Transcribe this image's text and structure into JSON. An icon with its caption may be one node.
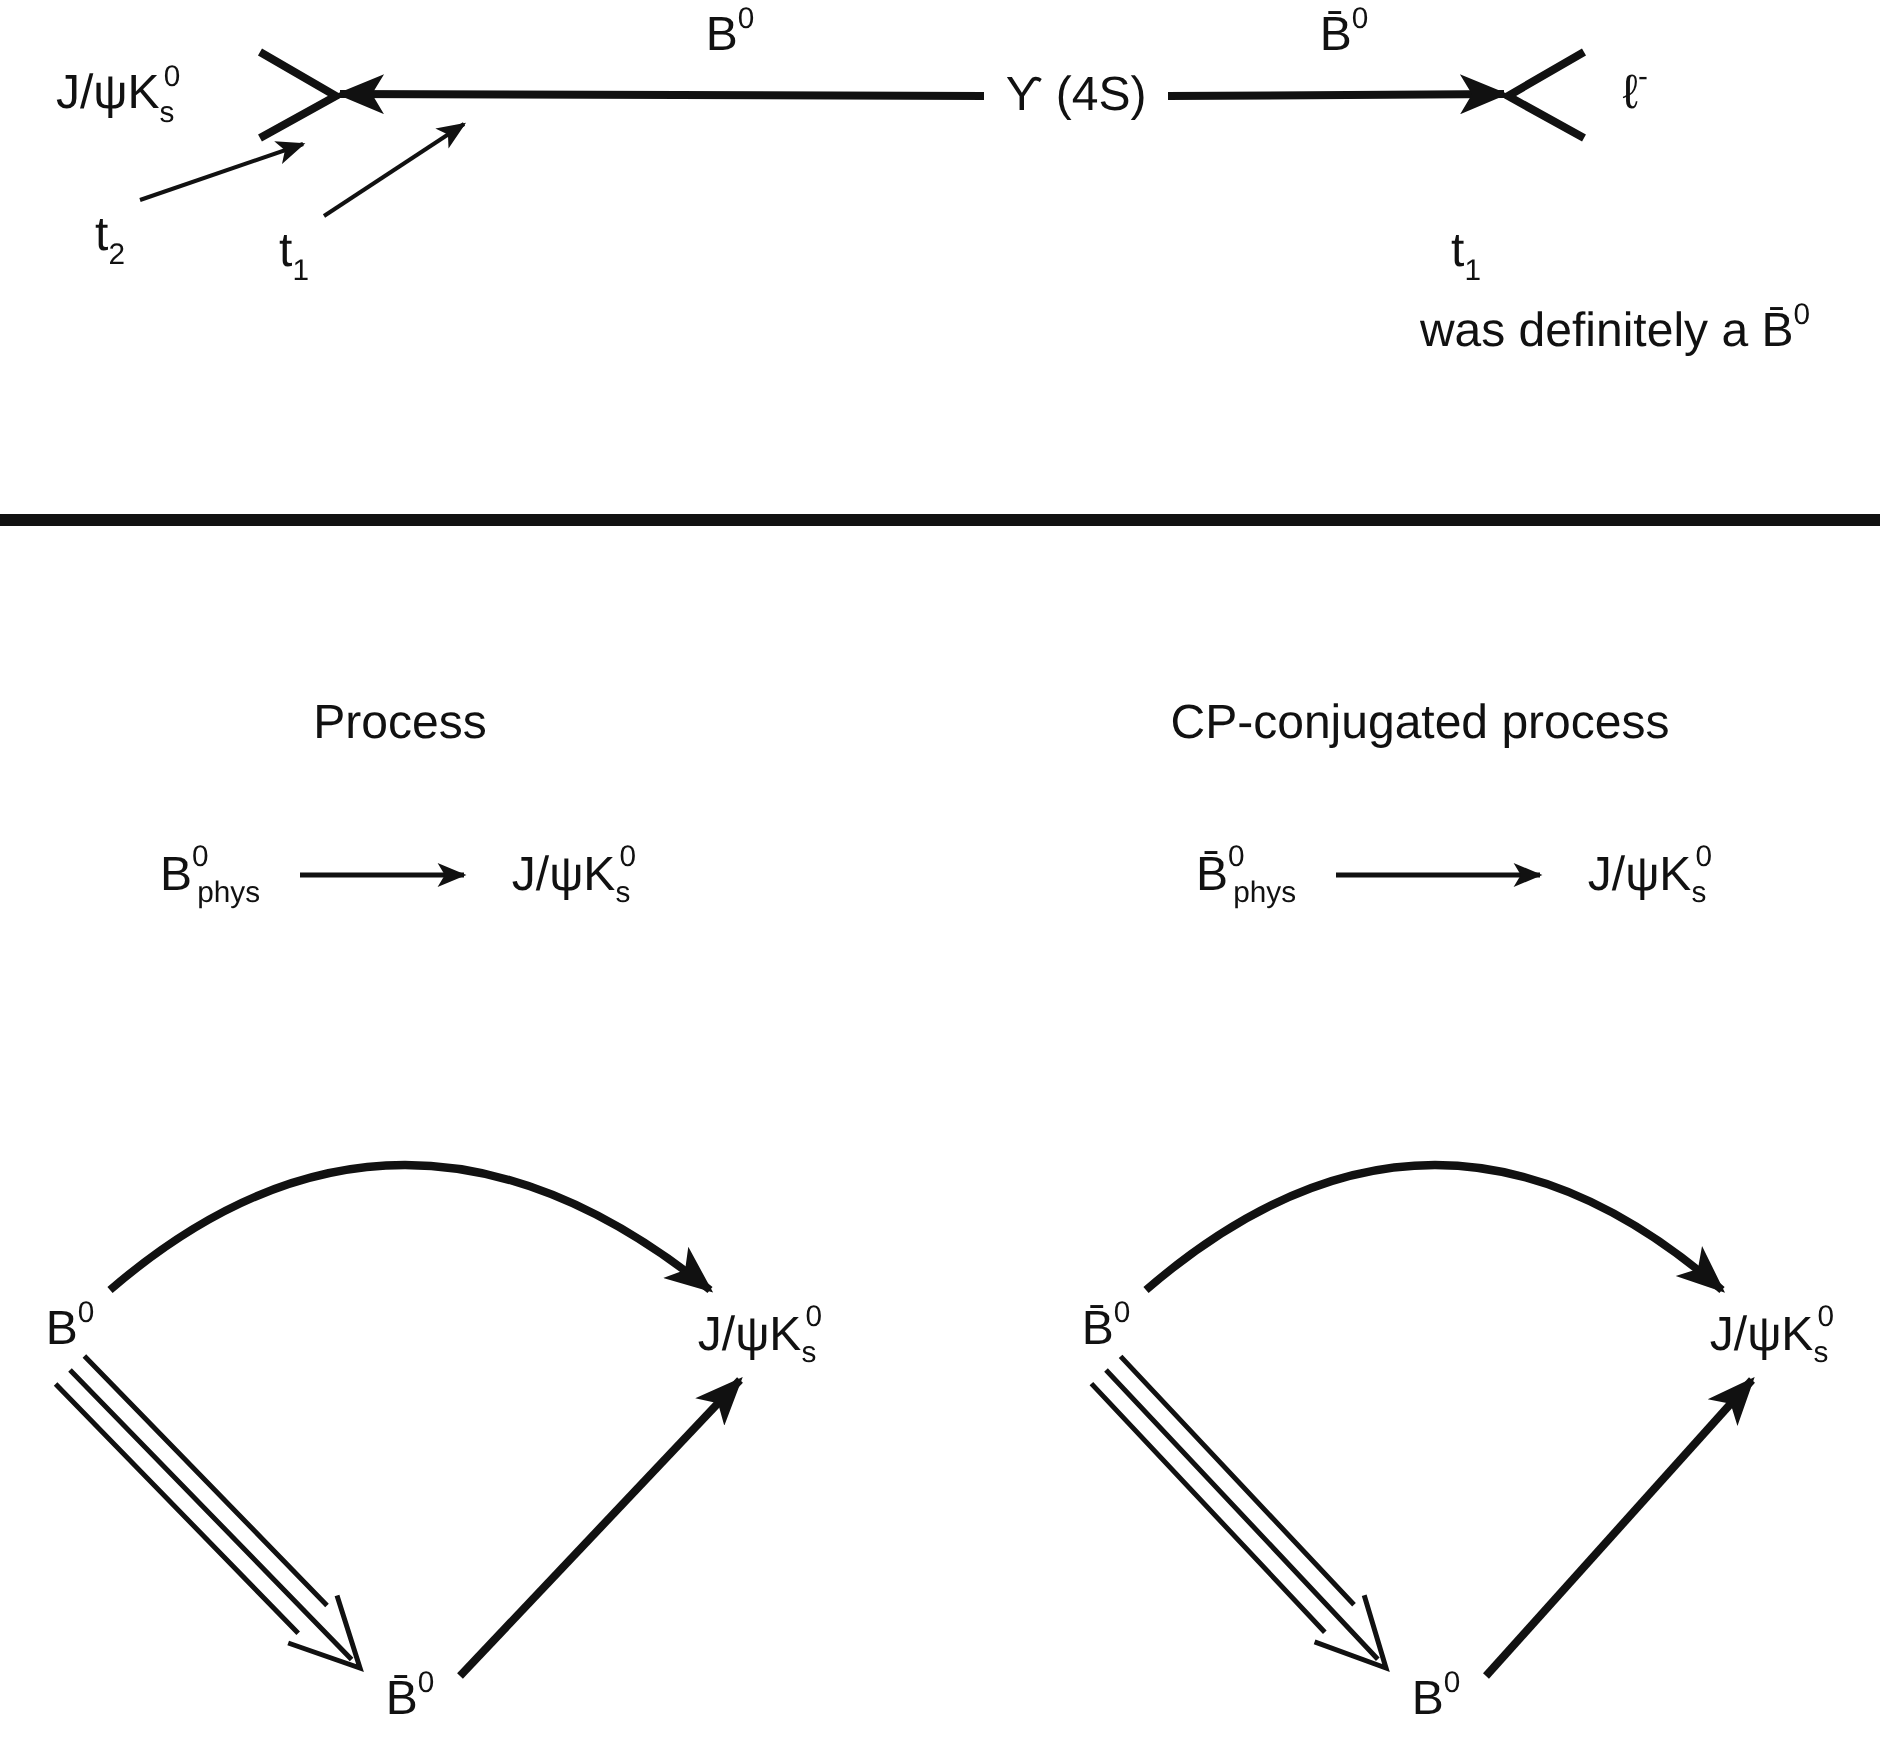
{
  "diagram": {
    "nodes": [
      {
        "text": [
          "J/ψK$_{s}$$^{0}$"
        ]
      },
      {
        "text": [
          "ϒ (4S)"
        ]
      },
      {
        "text": [
          "ℓ$^{-}$"
        ]
      },
      {
        "text": [
          "t$_{2}$"
        ]
      },
      {
        "text": [
          "t$_{1}$"
        ]
      },
      {
        "text": [
          "B$^{0}$$_{phys}$"
        ]
      },
      {
        "text": [
          "J/ψK$_{s}$$^{0}$"
        ]
      },
      {
        "text": [
          "B̄$^{0}$$_{phys}$"
        ]
      },
      {
        "text": [
          "J/ψK$_{s}$$^{0}$"
        ]
      },
      {
        "text": [
          "B$^{0}$"
        ]
      },
      {
        "text": [
          "J/ψK$_{s}$$^{0}$"
        ]
      },
      {
        "text": [
          "B̄$^{0}$"
        ]
      },
      {
        "text": [
          "B̄$^{0}$"
        ]
      },
      {
        "text": [
          "J/ψK$_{s}$$^{0}$"
        ]
      },
      {
        "text": [
          "B$^{0}$"
        ]
      }
    ],
    "edges": [
      {
        "from": 1,
        "to": 0,
        "arrow": "to",
        "label": "B$^{0}$"
      },
      {
        "from": 1,
        "to": 2,
        "arrow": "to",
        "label": "B̄$^{0}$"
      },
      {
        "from": 3,
        "to": 0,
        "arrow": "to"
      },
      {
        "from": 4,
        "to": null,
        "arrow": "to"
      },
      {
        "from": 5,
        "to": 6,
        "arrow": "to"
      },
      {
        "from": 7,
        "to": 8,
        "arrow": "to"
      },
      {
        "from": 9,
        "to": 10,
        "arrow": "to"
      },
      {
        "from": 9,
        "to": 11,
        "arrow": "to"
      },
      {
        "from": 11,
        "to": 10,
        "arrow": "to"
      },
      {
        "from": 12,
        "to": 13,
        "arrow": "to"
      },
      {
        "from": 12,
        "to": 14,
        "arrow": "to"
      },
      {
        "from": 14,
        "to": 13,
        "arrow": "to"
      }
    ],
    "labels": [
      "t$_{1}$",
      "was definitely a B̄$^{0}$",
      "Process",
      "CP-conjugated process"
    ]
  }
}
